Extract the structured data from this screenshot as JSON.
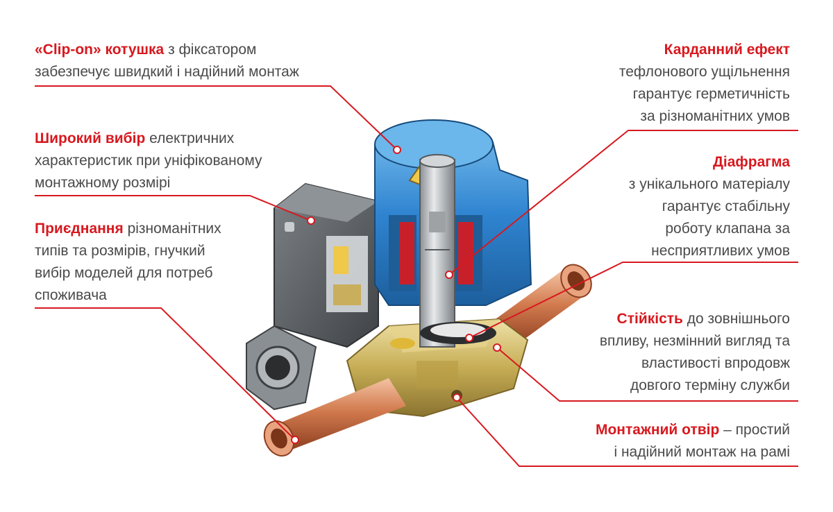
{
  "colors": {
    "accent": "#d7191f",
    "text": "#4a4a4a",
    "coil": "#2f84d0",
    "housing": "#5b5f63",
    "copper": "#cf7a4f",
    "brass": "#c9b25a"
  },
  "callouts": {
    "clip_on": {
      "highlight": "«Clip-on» котушка",
      "rest": " з фіксатором",
      "line2": "забезпечує швидкий і надійний монтаж"
    },
    "wide_choice": {
      "highlight": "Широкий вибір",
      "rest": " електричних",
      "line2": "характеристик при уніфікованому",
      "line3": "монтажному розмірі"
    },
    "connection": {
      "highlight": "Приєднання",
      "rest": " різноманітних",
      "line2": "типів та розмірів, гнучкий",
      "line3": "вибір моделей для потреб",
      "line4": "споживача"
    },
    "cardan": {
      "highlight": "Карданний ефект",
      "line2": "тефлонового ущільнення",
      "line3": "гарантує герметичність",
      "line4": "за різноманітних умов"
    },
    "diaphragm": {
      "highlight": "Діафрагма",
      "line2": "з унікального матеріалу",
      "line3": "гарантує стабільну",
      "line4": "роботу клапана за",
      "line5": "несприятливих умов"
    },
    "durability": {
      "highlight": "Стійкість",
      "rest": " до зовнішнього",
      "line2": "впливу, незмінний вигляд та",
      "line3": "властивості впродовж",
      "line4": "довгого терміну служби"
    },
    "mounting_hole": {
      "highlight": "Монтажний отвір",
      "rest": " – простий",
      "line2": "і надійний монтаж на рамі"
    }
  }
}
